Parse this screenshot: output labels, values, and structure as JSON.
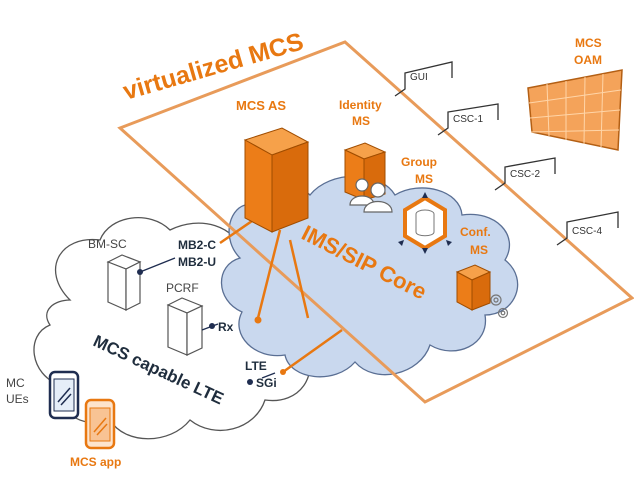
{
  "diagram": {
    "title": "virtualized MCS",
    "cloud_label": "IMS/SIP Core",
    "lte_label": "MCS capable LTE",
    "nodes": {
      "mcs_as": "MCS AS",
      "identity_ms": [
        "Identity",
        "MS"
      ],
      "group_ms": [
        "Group",
        "MS"
      ],
      "conf_ms": [
        "Conf.",
        "MS"
      ],
      "mcs_oam": [
        "MCS",
        "OAM"
      ],
      "bm_sc": "BM-SC",
      "pcrf": "PCRF",
      "mc_ues": [
        "MC",
        "UEs"
      ],
      "mcs_app": "MCS app"
    },
    "ref_points": {
      "mb2c": "MB2-C",
      "mb2u": "MB2-U",
      "rx": "Rx",
      "lte": "LTE",
      "sgi": "SGi"
    },
    "interfaces": [
      "GUI",
      "CSC-1",
      "CSC-2",
      "CSC-4"
    ]
  },
  "colors": {
    "orange": "#e87811",
    "orange_light": "#f6a14a",
    "cloud_blue": "#c9d8ee",
    "navy": "#1f2d50"
  }
}
